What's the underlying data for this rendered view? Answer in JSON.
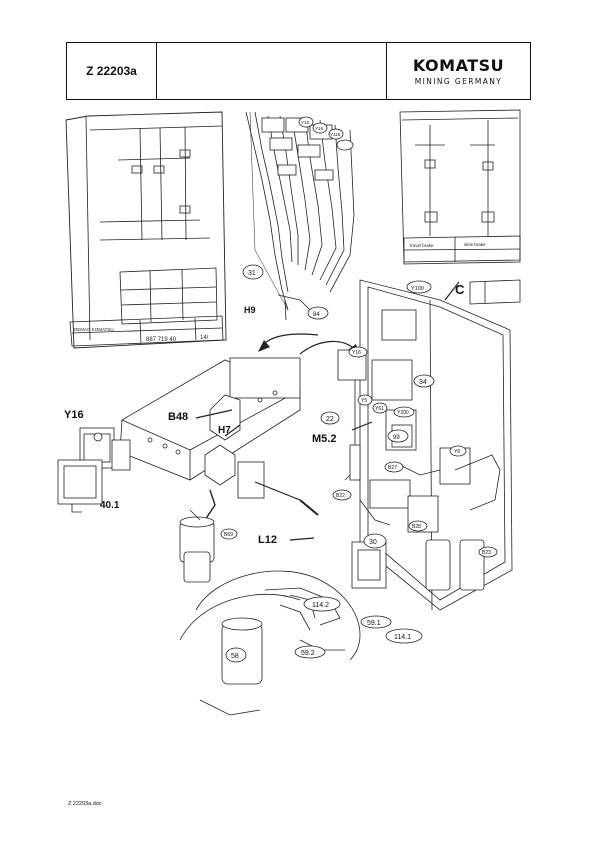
{
  "header": {
    "doc_id": "Z 22203a",
    "logo_main": "KOMATSU",
    "logo_sub": "MINING GERMANY"
  },
  "footer": {
    "filename": "Z 22203a.doc"
  },
  "callouts": {
    "y16_left": "Y16",
    "b48": "B48",
    "h7": "H7",
    "m5_2": "M5.2",
    "l12": "L12",
    "c": "C",
    "h9": "H9",
    "n40_1": "40.1",
    "n31": "31",
    "n84": "84",
    "n34": "34",
    "n22": "22",
    "n99": "99",
    "n30": "30",
    "n58": "58",
    "n114_2": "114.2",
    "n114_1": "114.1",
    "n59_1": "59.1",
    "n59_2": "59.2",
    "y100": "Y100",
    "y16_right": "Y16",
    "y5": "Y5",
    "y61": "Y61",
    "y200": "Y200",
    "y6": "Y6",
    "b27": "B27",
    "b22": "B22",
    "b28": "B28",
    "b23": "B23",
    "b69": "B69",
    "y15": "Y15",
    "y16_top": "Y16",
    "y115": "Y115"
  },
  "schematic_left": {
    "drawing_no": "887 719 40",
    "sheet": "14/",
    "maker": "DEMAG KOMATSU"
  },
  "schematic_right": {
    "col1": "travel brake",
    "col2": "slew brake"
  }
}
